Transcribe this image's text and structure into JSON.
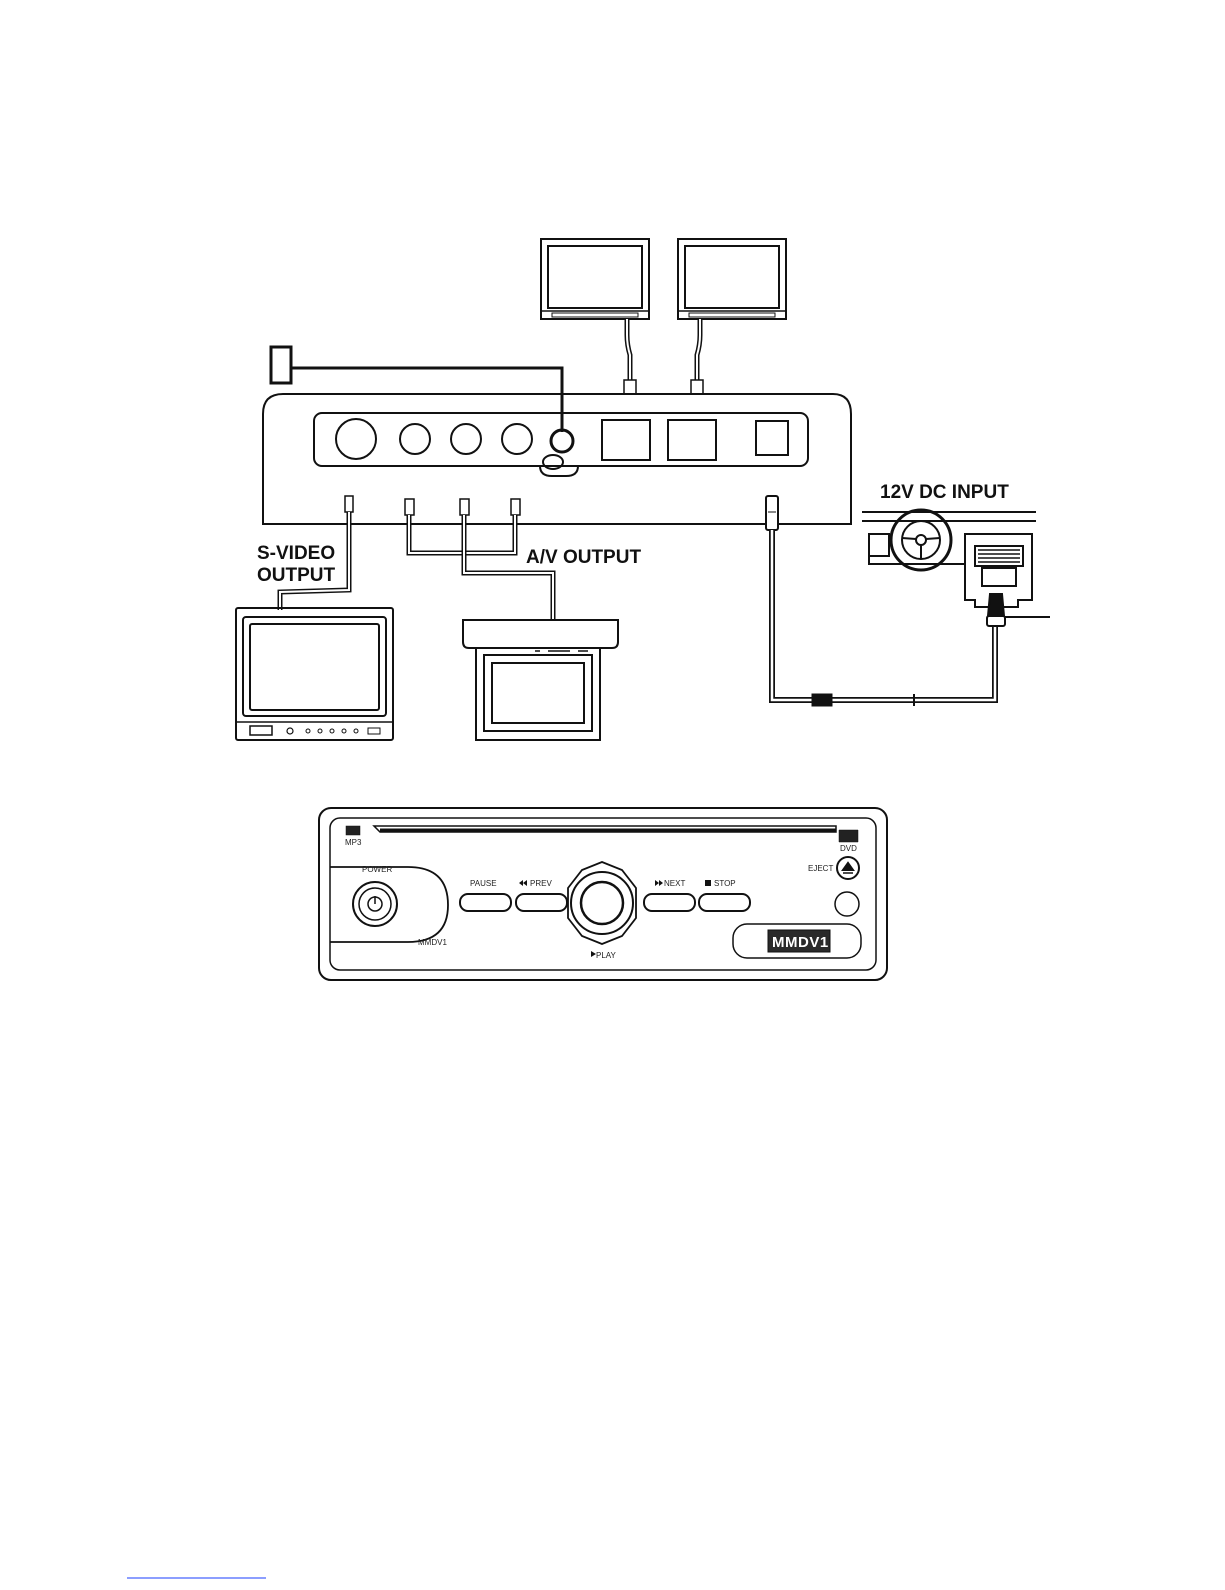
{
  "labels": {
    "svideo_line1": "S-VIDEO",
    "svideo_line2": "OUTPUT",
    "av_output": "A/V OUTPUT",
    "dc_input": "12V DC INPUT"
  },
  "player": {
    "mp3_logo": "MP3",
    "dvd_logo": "DVD",
    "power_label": "POWER",
    "eject_label": "EJECT",
    "prev_button_label": "PREV",
    "play_label": "PLAY",
    "next_button_label": "NEXT",
    "stop_label": "STOP",
    "pause_label": "PAUSE",
    "model": "MMDV1",
    "display_text": "MMDV1"
  },
  "colors": {
    "ink": "#111111",
    "panel_fill": "#2a2a2a",
    "cable_fill": "#555555"
  }
}
